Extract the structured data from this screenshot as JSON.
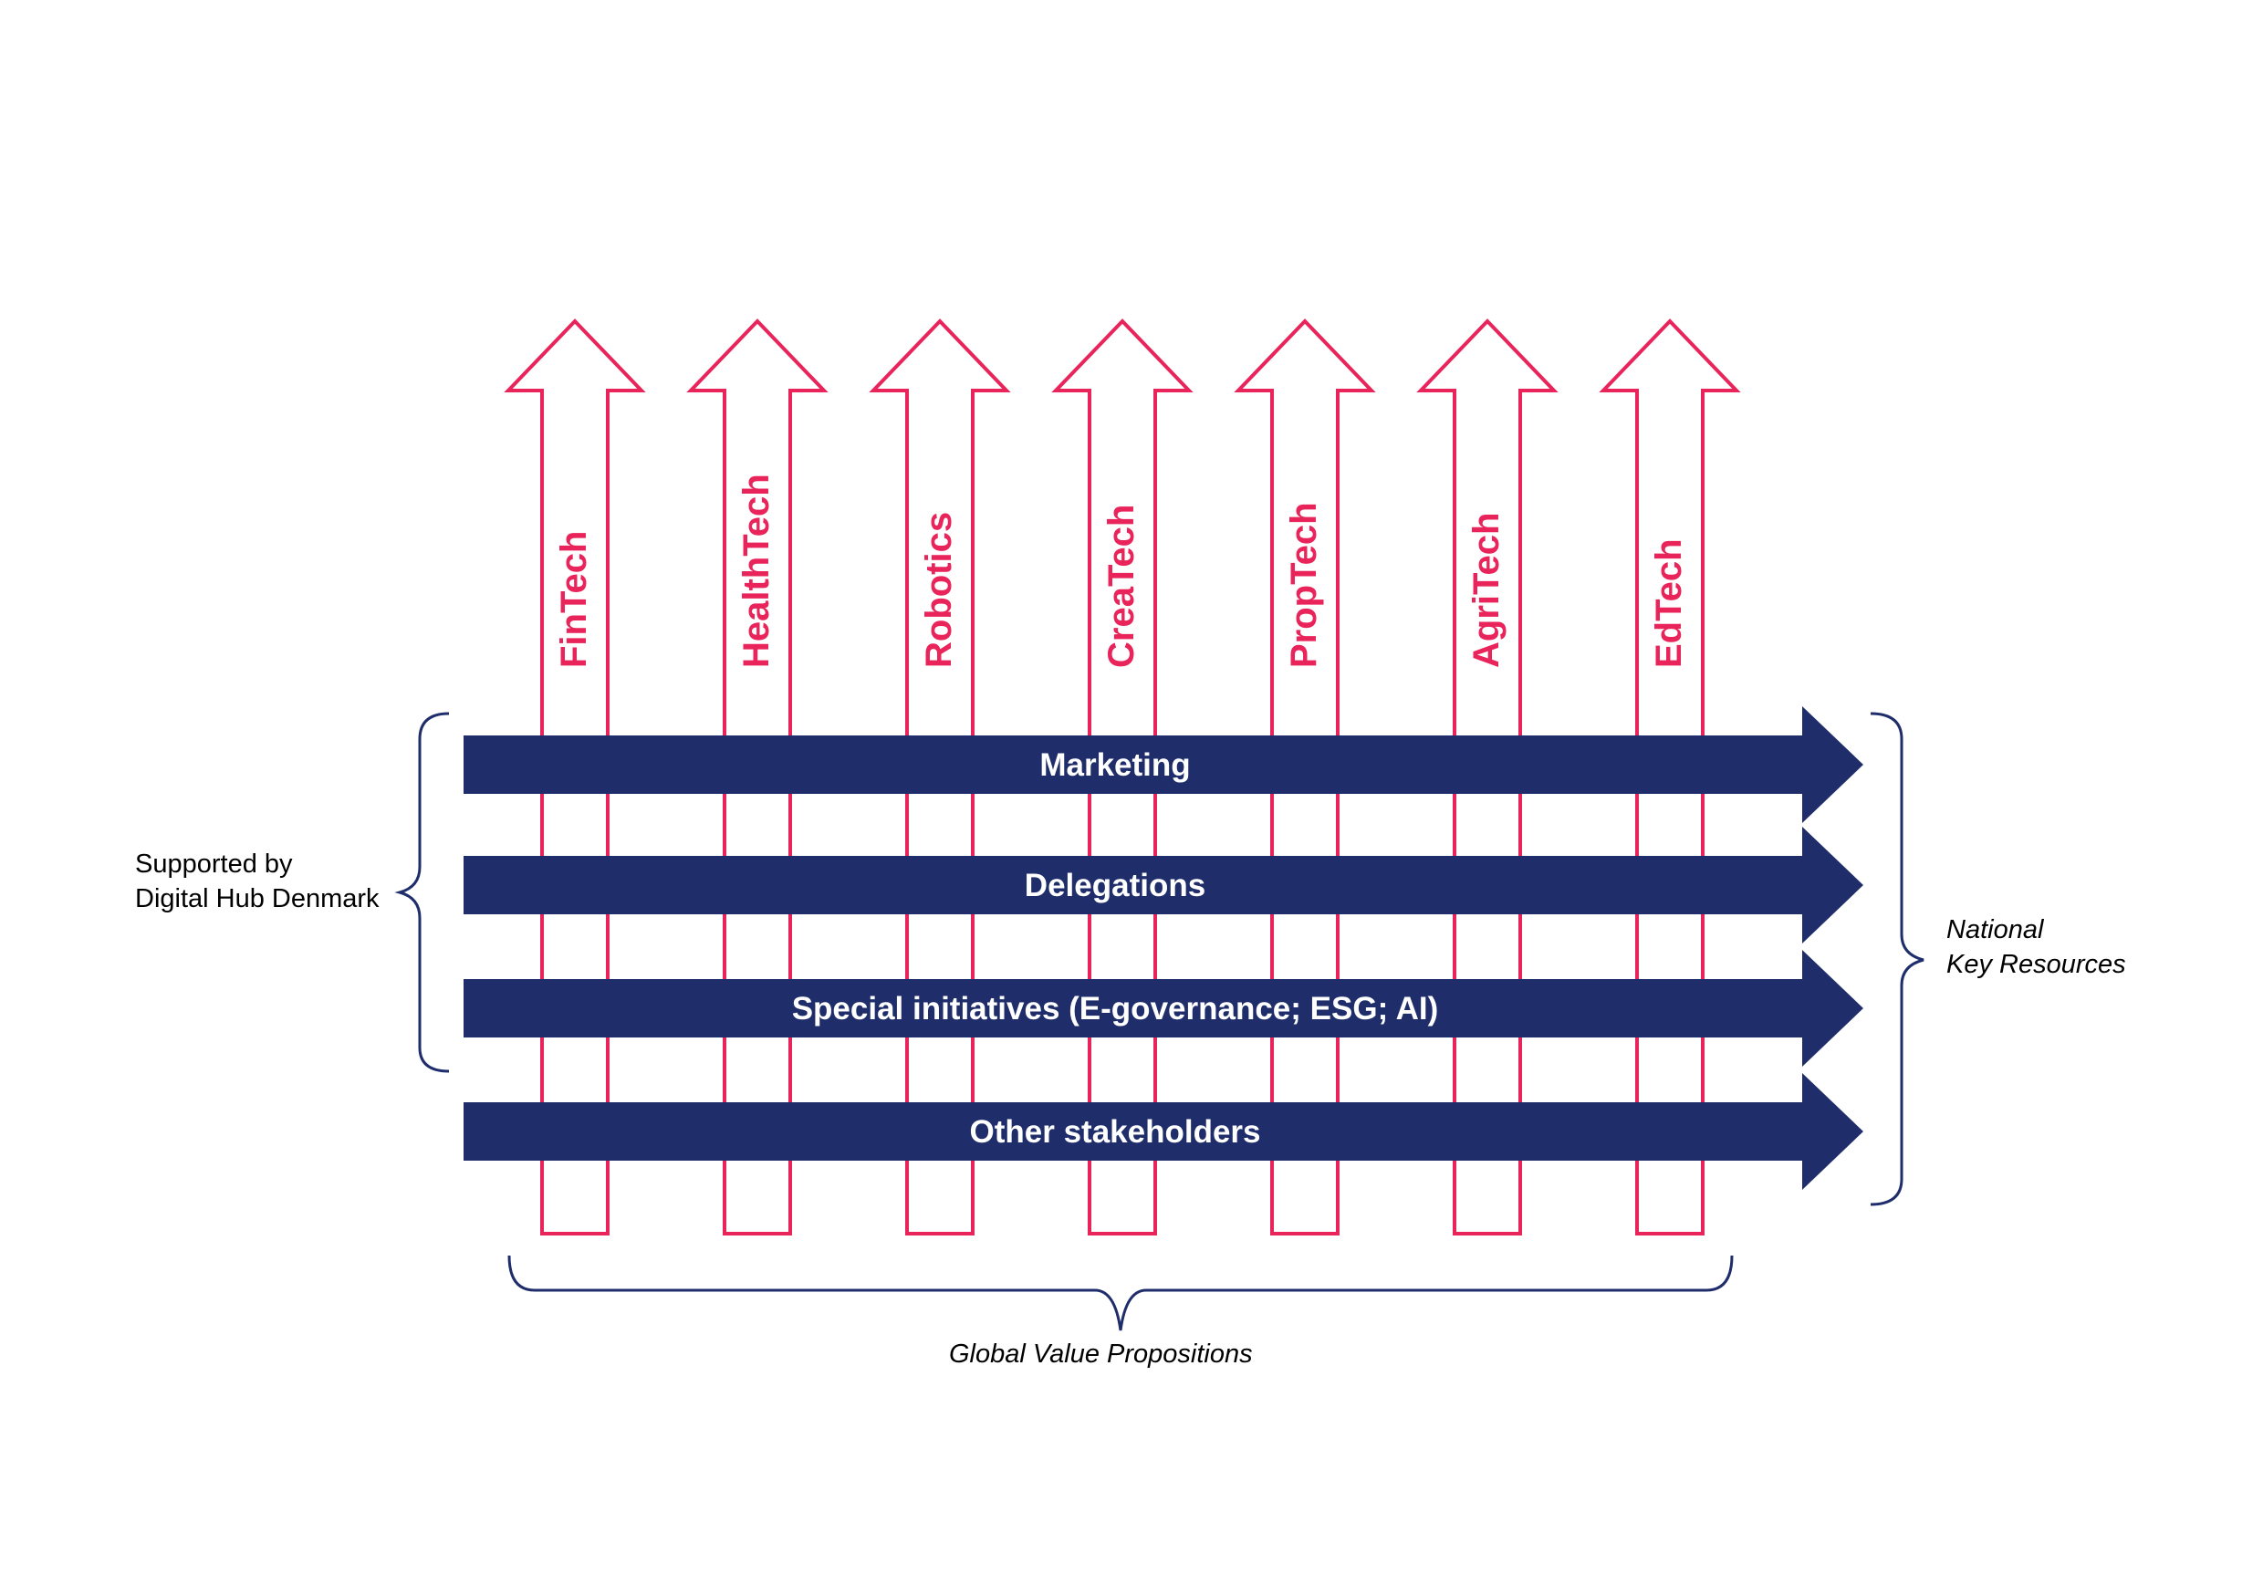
{
  "diagram": {
    "colors": {
      "sector_arrow": "#e8245a",
      "band_arrow": "#1f2e6b",
      "band_text": "#ffffff",
      "brace": "#1f2e6b"
    },
    "sectors": [
      {
        "label": "FinTech"
      },
      {
        "label": "HealthTech"
      },
      {
        "label": "Robotics"
      },
      {
        "label": "CreaTech"
      },
      {
        "label": "PropTech"
      },
      {
        "label": "AgriTech"
      },
      {
        "label": "EdTech"
      }
    ],
    "bands": [
      {
        "label": "Marketing"
      },
      {
        "label": "Delegations"
      },
      {
        "label": "Special initiatives (E-governance; ESG; AI)"
      },
      {
        "label": "Other stakeholders"
      }
    ],
    "left_label": {
      "line1": "Supported by",
      "line2": "Digital Hub Denmark"
    },
    "right_label": {
      "line1": "National",
      "line2": "Key Resources"
    },
    "bottom_label": "Global Value Propositions"
  }
}
